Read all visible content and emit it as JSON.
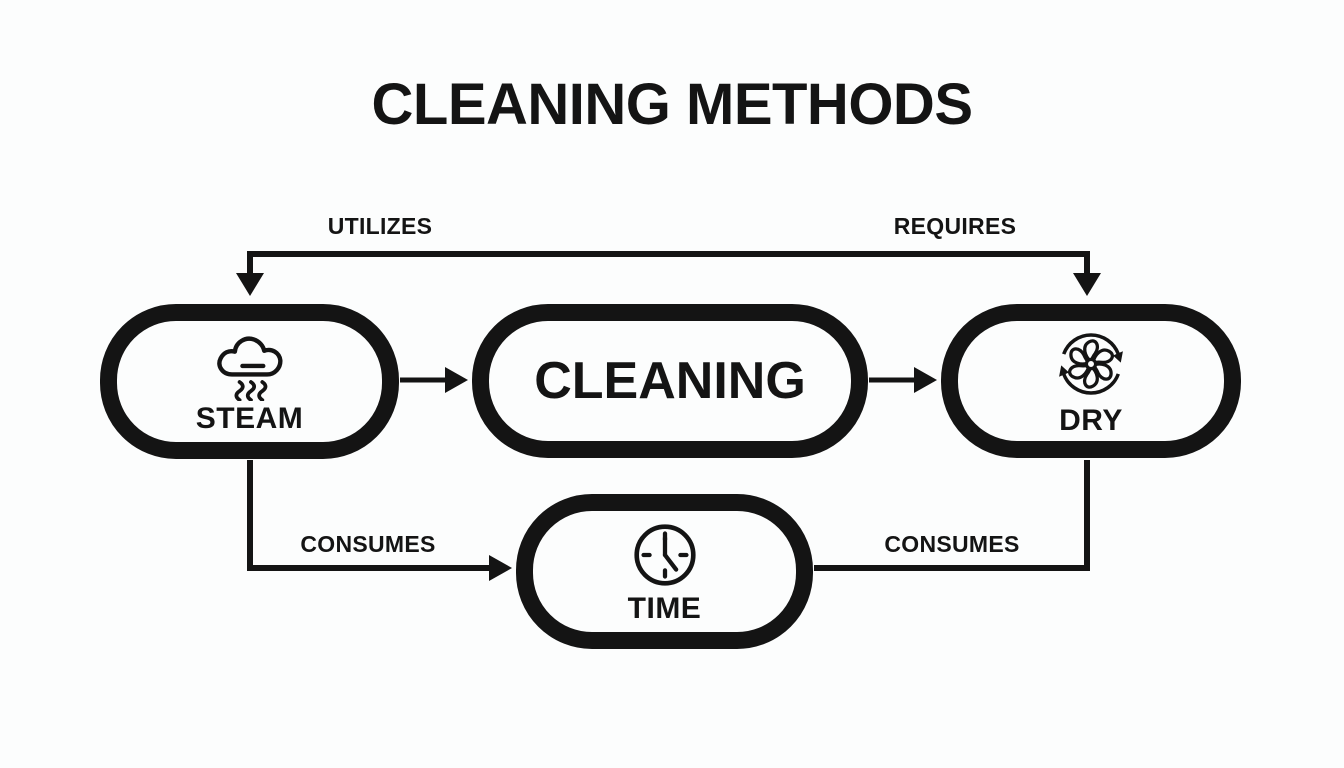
{
  "title": "CLEANING METHODS",
  "colors": {
    "ink": "#141414",
    "background": "#fcfdfd"
  },
  "nodes": {
    "steam": {
      "label": "STEAM",
      "icon": "steam-cloud-icon"
    },
    "cleaning": {
      "label": "CLEANING",
      "icon": null
    },
    "dry": {
      "label": "DRY",
      "icon": "fan-icon"
    },
    "time": {
      "label": "TIME",
      "icon": "clock-icon"
    }
  },
  "edge_labels": {
    "utilizes": "UTILIZES",
    "requires": "REQUIRES",
    "consumes_left": "CONSUMES",
    "consumes_right": "CONSUMES"
  },
  "edges": [
    {
      "from": "top-connector",
      "to": "STEAM",
      "label": "UTILIZES",
      "arrow": "into STEAM (down)"
    },
    {
      "from": "top-connector",
      "to": "DRY",
      "label": "REQUIRES",
      "arrow": "into DRY (down)"
    },
    {
      "from": "STEAM",
      "to": "CLEANING",
      "label": "",
      "arrow": "into CLEANING (right)"
    },
    {
      "from": "CLEANING",
      "to": "DRY",
      "label": "",
      "arrow": "into DRY (right)"
    },
    {
      "from": "STEAM",
      "to": "TIME",
      "label": "CONSUMES",
      "arrow": "into TIME (right)"
    },
    {
      "from": "DRY",
      "to": "TIME",
      "label": "CONSUMES",
      "arrow": "none (plain line)"
    }
  ]
}
